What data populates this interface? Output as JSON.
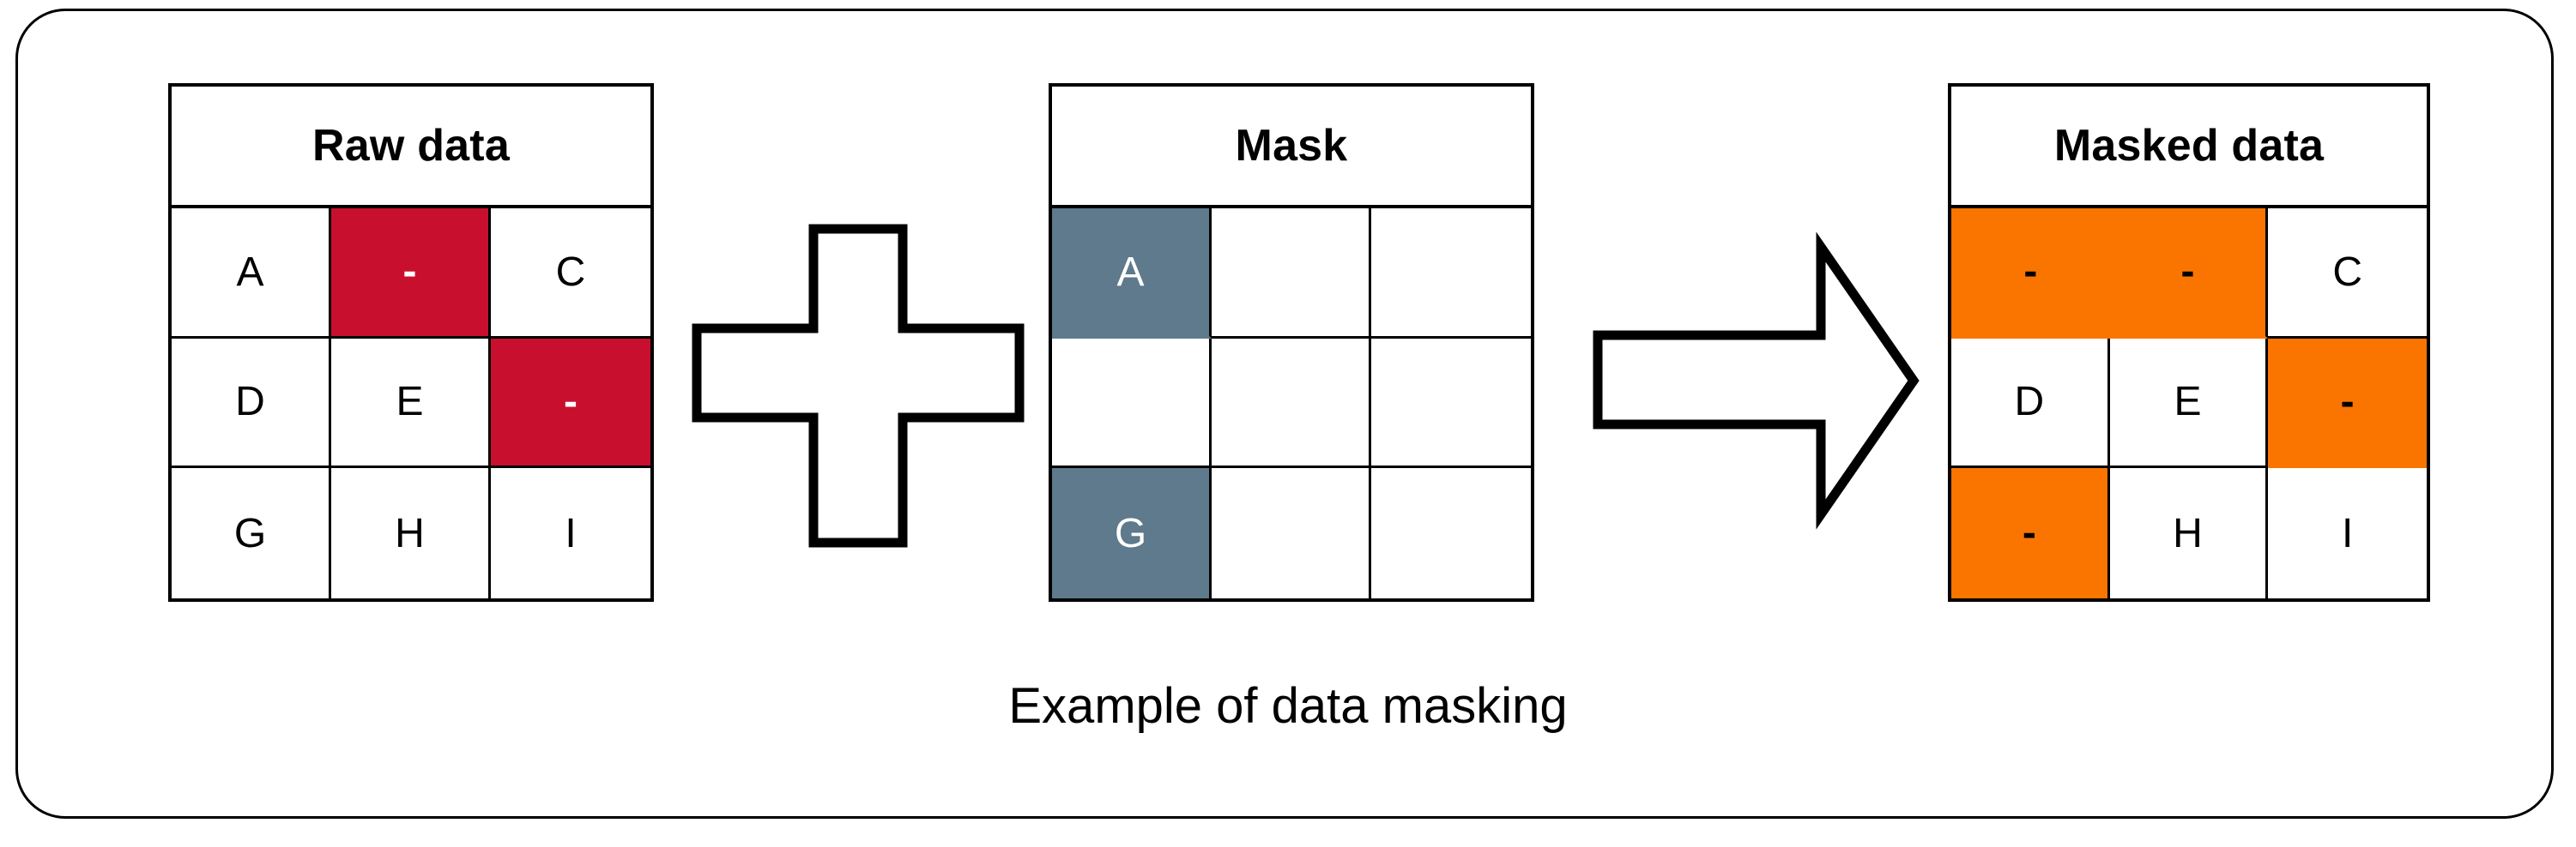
{
  "figure": {
    "caption": "Example of data masking",
    "colors": {
      "redacted_red": "#C8102E",
      "masked_orange": "#FA7500",
      "mask_slate": "#5E7A8C",
      "outline": "#000000",
      "background": "#FFFFFF"
    }
  },
  "operators": {
    "plus": {
      "name": "plus-symbol",
      "label": "+"
    },
    "arrow": {
      "name": "right-arrow-symbol",
      "label": "→"
    }
  },
  "tables": [
    {
      "id": "raw",
      "title": "Raw data",
      "rows": [
        [
          {
            "text": "A",
            "fill": "none"
          },
          {
            "text": "-",
            "fill": "red"
          },
          {
            "text": "C",
            "fill": "none"
          }
        ],
        [
          {
            "text": "D",
            "fill": "none"
          },
          {
            "text": "E",
            "fill": "none"
          },
          {
            "text": "-",
            "fill": "red"
          }
        ],
        [
          {
            "text": "G",
            "fill": "none"
          },
          {
            "text": "H",
            "fill": "none"
          },
          {
            "text": "I",
            "fill": "none"
          }
        ]
      ]
    },
    {
      "id": "mask",
      "title": "Mask",
      "rows": [
        [
          {
            "text": "A",
            "fill": "slate"
          },
          {
            "text": "",
            "fill": "none"
          },
          {
            "text": "",
            "fill": "none"
          }
        ],
        [
          {
            "text": "",
            "fill": "none"
          },
          {
            "text": "",
            "fill": "none"
          },
          {
            "text": "",
            "fill": "none"
          }
        ],
        [
          {
            "text": "G",
            "fill": "slate"
          },
          {
            "text": "",
            "fill": "none"
          },
          {
            "text": "",
            "fill": "none"
          }
        ]
      ]
    },
    {
      "id": "masked",
      "title": "Masked data",
      "rows": [
        [
          {
            "text": "-",
            "fill": "orange"
          },
          {
            "text": "-",
            "fill": "orange"
          },
          {
            "text": "C",
            "fill": "none"
          }
        ],
        [
          {
            "text": "D",
            "fill": "none"
          },
          {
            "text": "E",
            "fill": "none"
          },
          {
            "text": "-",
            "fill": "orange"
          }
        ],
        [
          {
            "text": "-",
            "fill": "orange"
          },
          {
            "text": "H",
            "fill": "none"
          },
          {
            "text": "I",
            "fill": "none"
          }
        ]
      ]
    }
  ]
}
